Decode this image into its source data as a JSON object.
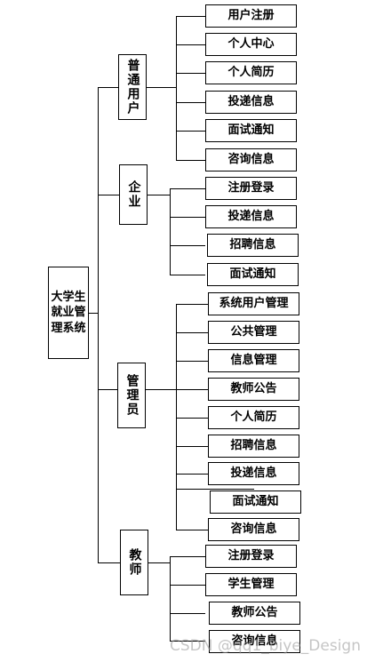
{
  "root": {
    "label": "大学生就业管理系统"
  },
  "branches": [
    {
      "label": "普通用户",
      "children": [
        "用户注册",
        "个人中心",
        "个人简历",
        "投递信息",
        "面试通知",
        "咨询信息"
      ]
    },
    {
      "label": "企业",
      "children": [
        "注册登录",
        "投递信息",
        "招聘信息",
        "面试通知"
      ]
    },
    {
      "label": "管理员",
      "children": [
        "系统用户管理",
        "公共管理",
        "信息管理",
        "教师公告",
        "个人简历",
        "招聘信息",
        "投递信息",
        "面试通知",
        "咨询信息"
      ]
    },
    {
      "label": "教师",
      "children": [
        "注册登录",
        "学生管理",
        "教师公告",
        "咨询信息"
      ]
    }
  ],
  "watermark": "CSDN @qq1_biye_Design"
}
